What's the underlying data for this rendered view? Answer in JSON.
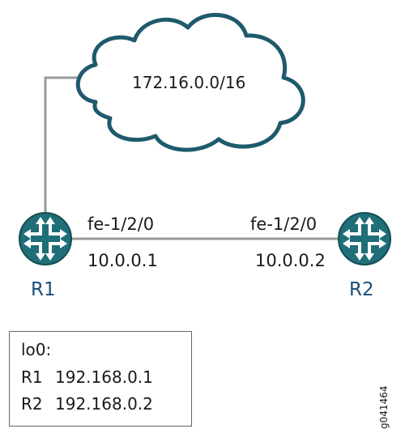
{
  "network": {
    "prefix": "172.16.0.0/16"
  },
  "routers": [
    {
      "name": "R1",
      "interface": "fe-1/2/0",
      "address": "10.0.0.1"
    },
    {
      "name": "R2",
      "interface": "fe-1/2/0",
      "address": "10.0.0.2"
    }
  ],
  "loopback": {
    "title": "lo0:",
    "entries": [
      {
        "router": "R1",
        "address": "192.168.0.1"
      },
      {
        "router": "R2",
        "address": "192.168.0.2"
      }
    ]
  },
  "figure_id": "g041464",
  "colors": {
    "cloud_stroke": "#1f5a6e",
    "link": "#999999",
    "router_fill": "#1f6e78",
    "router_arrows": "#ffffff",
    "router_label": "#1a4e7a",
    "text": "#1a1a1a"
  },
  "icons": {
    "cloud": "network-cloud-icon",
    "router": "router-icon"
  }
}
